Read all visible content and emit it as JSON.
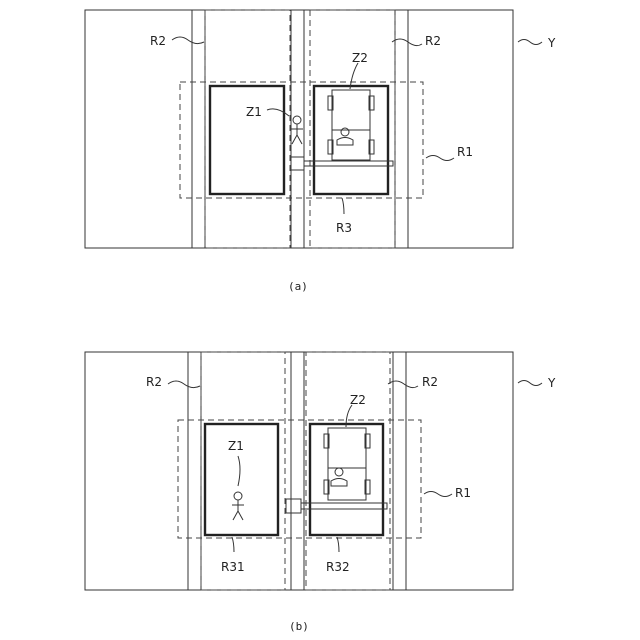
{
  "figure_a": {
    "labels": {
      "r2_left": "R2",
      "r2_right": "R2",
      "y": "Y",
      "z1": "Z1",
      "z2": "Z2",
      "r1": "R1",
      "r3": "R3"
    },
    "caption": "(a)"
  },
  "figure_b": {
    "labels": {
      "r2_left": "R2",
      "r2_right": "R2",
      "y": "Y",
      "z1": "Z1",
      "z2": "Z2",
      "r1": "R1",
      "r31": "R31",
      "r32": "R32"
    },
    "caption": "(b)"
  }
}
